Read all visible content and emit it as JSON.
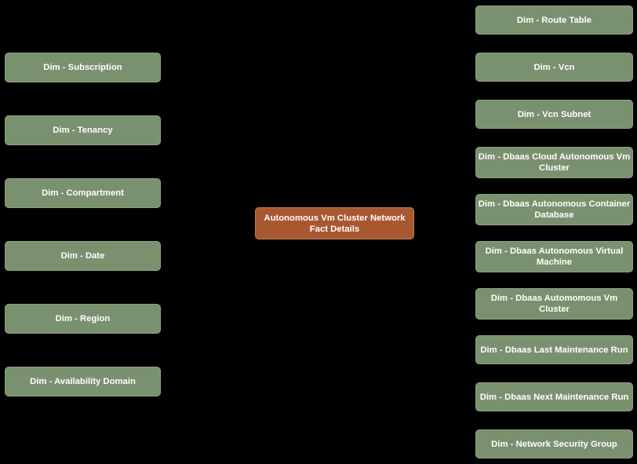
{
  "diagram": {
    "fact": {
      "label": "Autonomous Vm Cluster Network Fact Details"
    },
    "left_dimensions": [
      "Dim - Subscription",
      "Dim - Tenancy",
      "Dim - Compartment",
      "Dim - Date",
      "Dim - Region",
      "Dim - Availability Domain"
    ],
    "right_dimensions": [
      "Dim - Route Table",
      "Dim - Vcn",
      "Dim - Vcn Subnet",
      "Dim - Dbaas Cloud Autonomous Vm Cluster",
      "Dim - Dbaas Autonomous Container Database",
      "Dim - Dbaas Autonomous Virtual Machine",
      "Dim - Dbaas Automomous Vm Cluster",
      "Dim - Dbaas Last Maintenance Run",
      "Dim - Dbaas Next Maintenance Run",
      "Dim - Network Security Group"
    ],
    "colors": {
      "background": "#000000",
      "dimension_fill": "#7A9170",
      "dimension_border": "#8CA181",
      "fact_fill": "#A85831",
      "fact_border": "#BE7E57",
      "text": "#FFFFFF"
    }
  }
}
